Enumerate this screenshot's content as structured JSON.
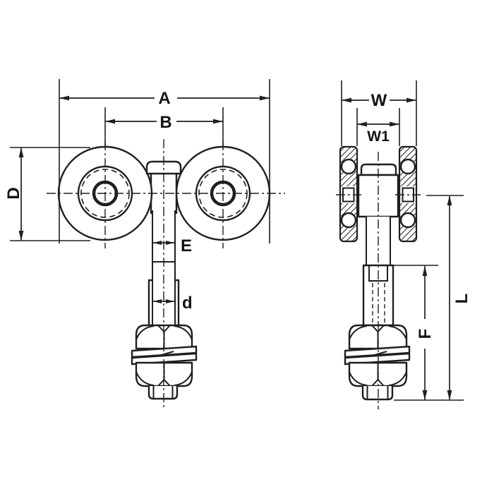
{
  "labels": {
    "A": "A",
    "B": "B",
    "D": "D",
    "E": "E",
    "d": "d",
    "W": "W",
    "W1": "W1",
    "F": "F",
    "L": "L"
  },
  "colors": {
    "line": "#1f1f1f",
    "background": "#ffffff"
  }
}
